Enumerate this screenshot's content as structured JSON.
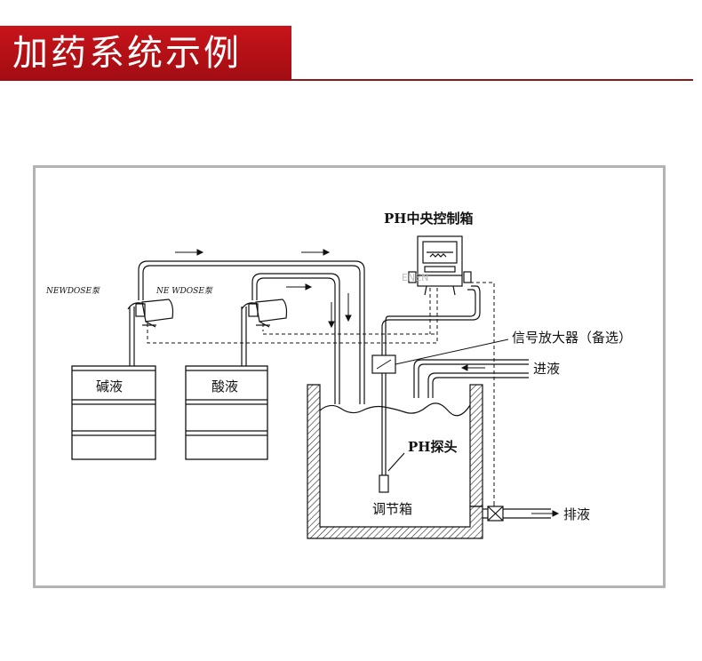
{
  "header": {
    "title": "加药系统示例"
  },
  "diagram": {
    "controller_label": "PH中央控制箱",
    "signal_amp_label": "信号放大器（备选）",
    "inlet_label": "进液",
    "probe_label": "PH探头",
    "tank_label": "调节箱",
    "outlet_label": "排液",
    "alkali_label": "碱液",
    "acid_label": "酸液",
    "pump_label_left": "NEWDOSE泵",
    "pump_label_right": "NE WDOSE泵"
  }
}
